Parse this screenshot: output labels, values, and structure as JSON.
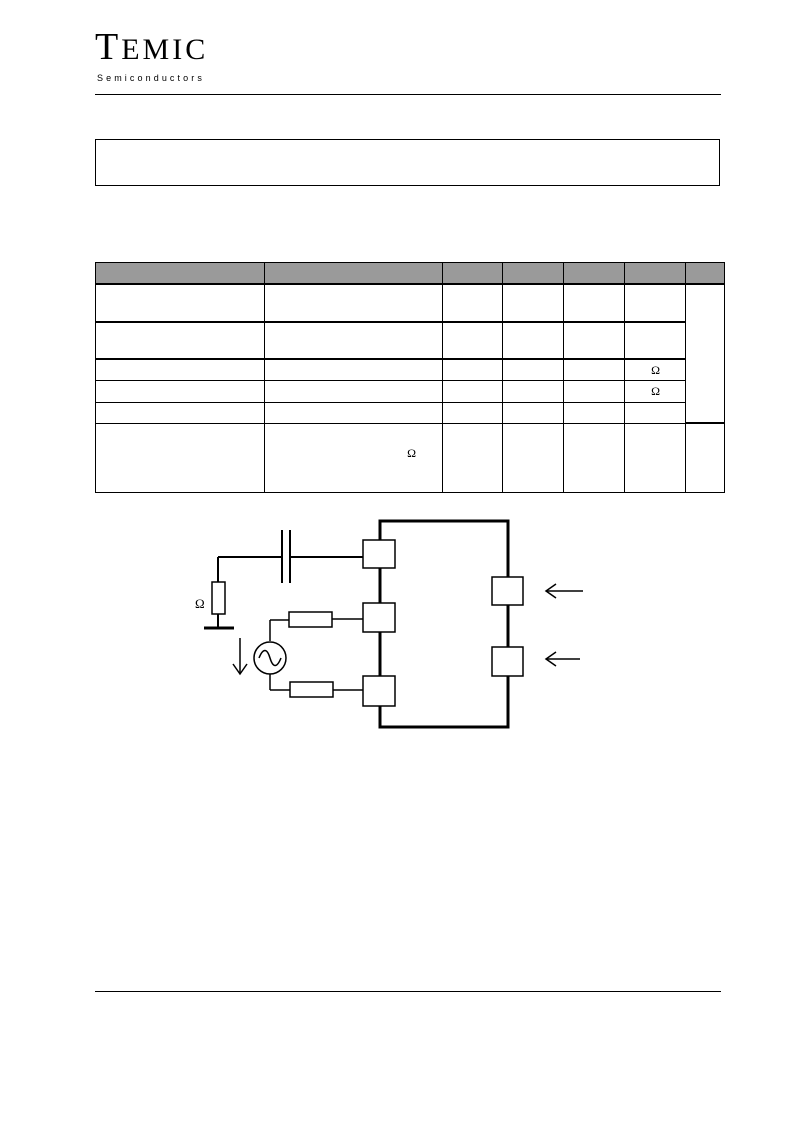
{
  "header": {
    "logo_first": "T",
    "logo_rest": "EMIC",
    "logo_sub": "Semiconductors"
  },
  "table": {
    "unit_rows": {
      "row3": "Ω",
      "row4": "Ω"
    },
    "condition_symbol": "Ω"
  },
  "circuit": {
    "load_resistor_unit": "Ω"
  }
}
